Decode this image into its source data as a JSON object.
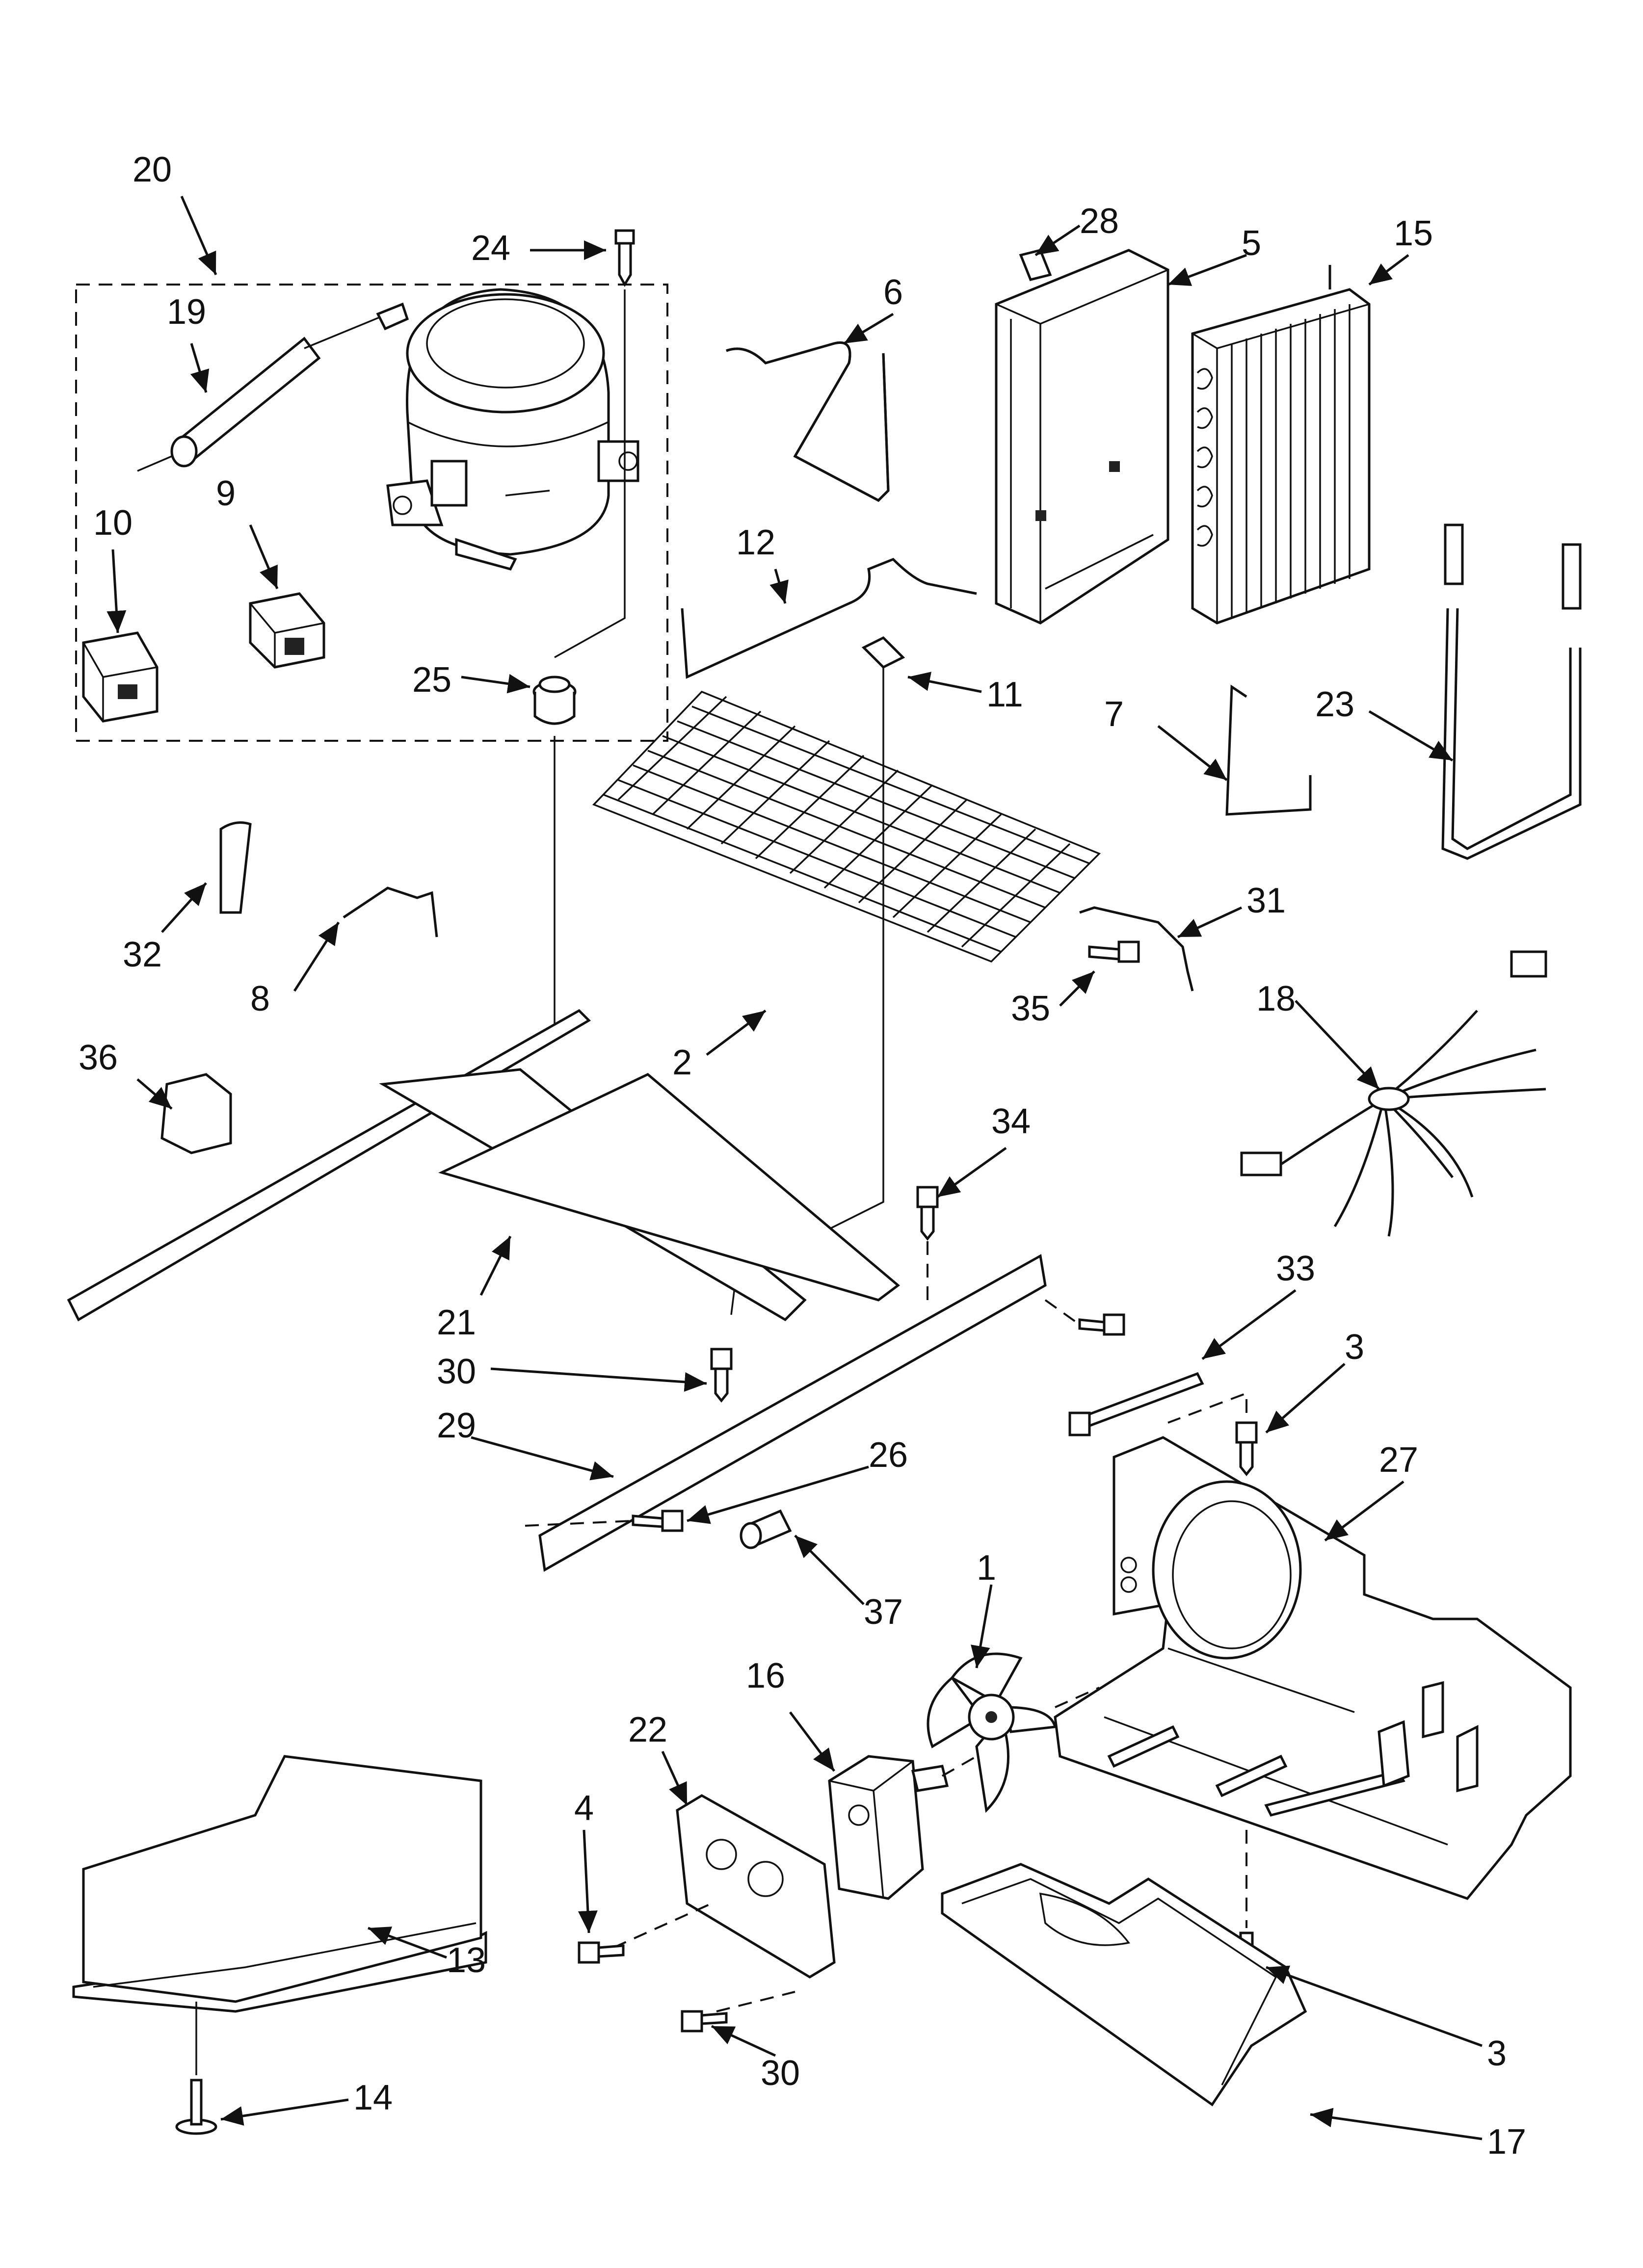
{
  "diagram": {
    "callouts": [
      {
        "id": "20",
        "label": "20"
      },
      {
        "id": "19",
        "label": "19"
      },
      {
        "id": "24",
        "label": "24"
      },
      {
        "id": "10",
        "label": "10"
      },
      {
        "id": "9",
        "label": "9"
      },
      {
        "id": "25",
        "label": "25"
      },
      {
        "id": "6",
        "label": "6"
      },
      {
        "id": "28",
        "label": "28"
      },
      {
        "id": "5",
        "label": "5"
      },
      {
        "id": "15",
        "label": "15"
      },
      {
        "id": "12",
        "label": "12"
      },
      {
        "id": "11",
        "label": "11"
      },
      {
        "id": "7",
        "label": "7"
      },
      {
        "id": "23",
        "label": "23"
      },
      {
        "id": "32",
        "label": "32"
      },
      {
        "id": "8",
        "label": "8"
      },
      {
        "id": "2",
        "label": "2"
      },
      {
        "id": "31",
        "label": "31"
      },
      {
        "id": "35",
        "label": "35"
      },
      {
        "id": "18",
        "label": "18"
      },
      {
        "id": "36",
        "label": "36"
      },
      {
        "id": "34",
        "label": "34"
      },
      {
        "id": "21",
        "label": "21"
      },
      {
        "id": "33",
        "label": "33"
      },
      {
        "id": "30a",
        "label": "30"
      },
      {
        "id": "3a",
        "label": "3"
      },
      {
        "id": "29",
        "label": "29"
      },
      {
        "id": "26",
        "label": "26"
      },
      {
        "id": "27",
        "label": "27"
      },
      {
        "id": "37",
        "label": "37"
      },
      {
        "id": "1",
        "label": "1"
      },
      {
        "id": "16",
        "label": "16"
      },
      {
        "id": "22",
        "label": "22"
      },
      {
        "id": "4",
        "label": "4"
      },
      {
        "id": "13",
        "label": "13"
      },
      {
        "id": "14",
        "label": "14"
      },
      {
        "id": "30b",
        "label": "30"
      },
      {
        "id": "3b",
        "label": "3"
      },
      {
        "id": "17",
        "label": "17"
      }
    ]
  }
}
